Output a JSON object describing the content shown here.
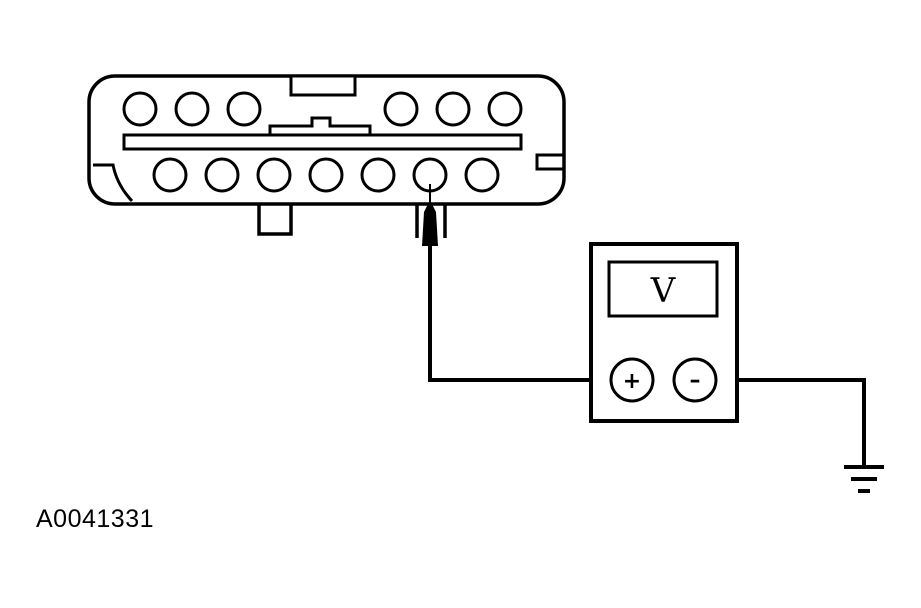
{
  "figure_id": "A0041331",
  "meter": {
    "display_label": "V"
  },
  "terminals": {
    "positive": "+",
    "negative": "–"
  },
  "connector": {
    "top_row_pins": 6,
    "bottom_row_pins": 7
  }
}
